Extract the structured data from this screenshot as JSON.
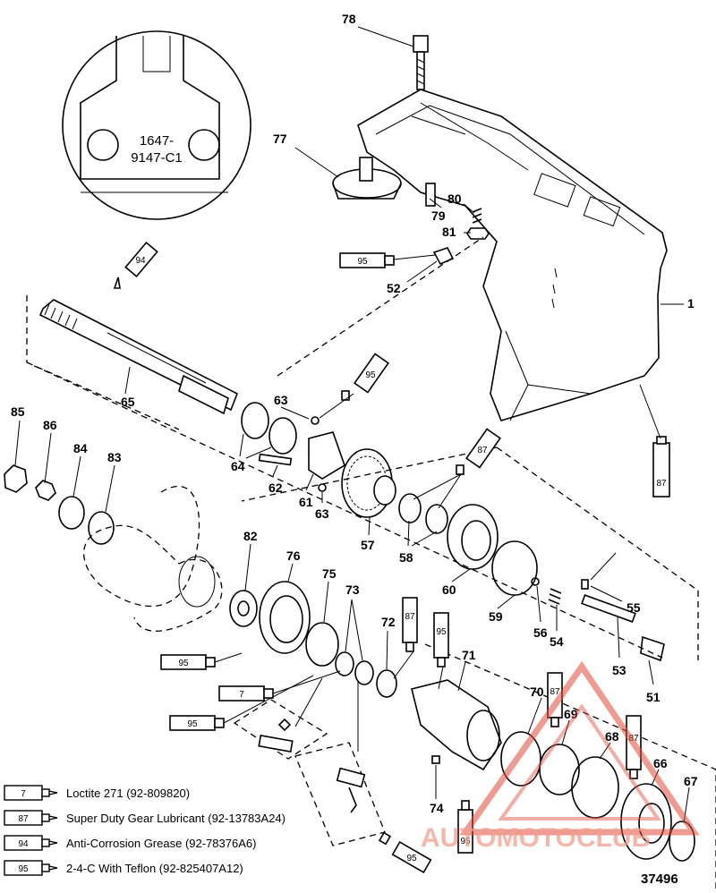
{
  "inset": {
    "part_line1": "1647-",
    "part_line2": "9147-C1"
  },
  "callouts": {
    "c1": "1",
    "c51": "51",
    "c52": "52",
    "c53": "53",
    "c54": "54",
    "c55": "55",
    "c56": "56",
    "c57": "57",
    "c58": "58",
    "c59": "59",
    "c60": "60",
    "c61": "61",
    "c62": "62",
    "c63a": "63",
    "c63b": "63",
    "c64": "64",
    "c65": "65",
    "c66": "66",
    "c67": "67",
    "c68": "68",
    "c69": "69",
    "c70": "70",
    "c71": "71",
    "c72": "72",
    "c73": "73",
    "c74": "74",
    "c75": "75",
    "c76": "76",
    "c77": "77",
    "c78": "78",
    "c79": "79",
    "c80": "80",
    "c81": "81",
    "c82": "82",
    "c83": "83",
    "c84": "84",
    "c85": "85",
    "c86": "86"
  },
  "tubes": {
    "t94": "94",
    "t95a": "95",
    "t95b": "95",
    "t87a": "87",
    "t87b": "87",
    "t95c": "95",
    "t7a": "7",
    "t95d": "95",
    "t87c": "87",
    "t95e": "95",
    "t87d": "87",
    "t87e": "87",
    "t95f": "95",
    "t95g": "95"
  },
  "legend": [
    {
      "num": "7",
      "text": "Loctite 271 (92-809820)"
    },
    {
      "num": "87",
      "text": "Super Duty Gear Lubricant (92-13783A24)"
    },
    {
      "num": "94",
      "text": "Anti-Corrosion Grease (92-78376A6)"
    },
    {
      "num": "95",
      "text": "2-4-C With Teflon (92-825407A12)"
    }
  ],
  "figure_number": "37496",
  "watermark": "AUTOMOTOCLUB",
  "colors": {
    "watermark": "#e04a3a"
  }
}
